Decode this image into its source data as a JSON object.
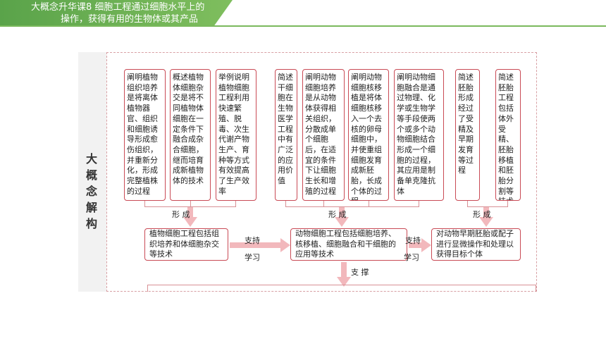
{
  "header": {
    "title_line1": "大概念升华课8    细胞工程通过细胞水平上的",
    "title_line2": "操作，获得有用的生物体或其产品"
  },
  "side_label": [
    "大",
    "概",
    "念",
    "解",
    "构"
  ],
  "group1": {
    "boxes": [
      "阐明植物组织培养是将离体植物器官、组织和细胞诱导形成愈伤组织，并重新分化，形成完整植株的过程",
      "概述植物体细胞杂交是将不同植物体细胞在一定条件下融合成杂合细胞，继而培育成新植物体的技术",
      "举例说明植物细胞工程利用快速繁殖、脱毒、次生代谢产物生产、育种等方式有效提高了生产效率"
    ],
    "form_label": "形  成",
    "summary": "植物细胞工程包括组织培养和体细胞杂交等技术"
  },
  "group2": {
    "boxes": [
      "简述干细胞在生物医学工程中有广泛的应用价值",
      "阐明动物细胞培养是从动物体获得相关组织，分散成单个细胞后，在适宜的条件下让细胞生长和增殖的过程",
      "阐明动物细胞核移植是将体细胞核移入一个去核的卵母细胞中，并使重组细胞发育成新胚胎，长成个体的过程",
      "阐明动物细胞融合是通过物理、化学或生物学等手段使两个或多个动物细胞结合形成一个细胞的过程，其应用是制备单克隆抗体"
    ],
    "form_label": "形  成",
    "summary": "动物细胞工程包括细胞培养、核移植、细胞融合和干细胞的应用等技术"
  },
  "group3": {
    "boxes": [
      "简述胚胎形成经过了受精及早期发育等过程",
      "简述胚胎工程包括体外受精、胚胎移植和胚胎分割等技术"
    ],
    "form_label": "形  成",
    "summary": "对动物早期胚胎或配子进行显微操作和处理以获得目标个体"
  },
  "connectors": {
    "support_learn_1_top": "支持",
    "support_learn_1_bottom": "学习",
    "support_learn_2_top": "支持",
    "support_learn_2_bottom": "学习",
    "support_down": "支  撑"
  },
  "colors": {
    "header_green": "#6aaf50",
    "box_border": "#c94a55",
    "arrow_fill": "#f2b8bc"
  }
}
